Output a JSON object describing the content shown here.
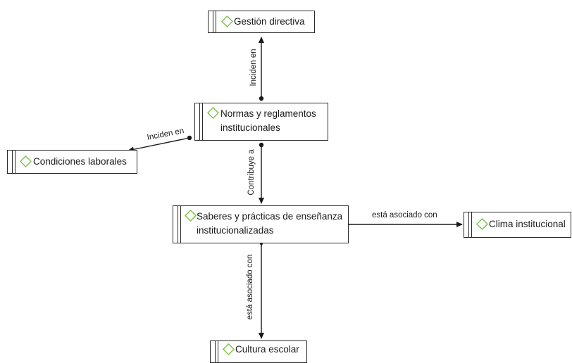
{
  "nodes": {
    "gestion": {
      "text": "Gestión directiva",
      "icon": "diamond-icon"
    },
    "normas": {
      "line1": "Normas y reglamentos",
      "line2": "institucionales",
      "icon": "diamond-icon"
    },
    "condiciones": {
      "text": "Condiciones laborales",
      "icon": "diamond-icon"
    },
    "saberes": {
      "line1": "Saberes y prácticas de enseñanza",
      "line2": "institucionalizadas",
      "icon": "diamond-icon"
    },
    "clima": {
      "text": "Clima institucional",
      "icon": "diamond-icon"
    },
    "cultura": {
      "text": "Cultura escolar",
      "icon": "diamond-icon"
    }
  },
  "edges": {
    "normas_gestion": "Inciden en",
    "normas_condiciones": "Inciden en",
    "normas_saberes": "Contribuye a",
    "saberes_clima": "está asociado con",
    "saberes_cultura": "está asociado con"
  },
  "colors": {
    "icon": "#7cc04a",
    "line": "#1a1a1a"
  }
}
